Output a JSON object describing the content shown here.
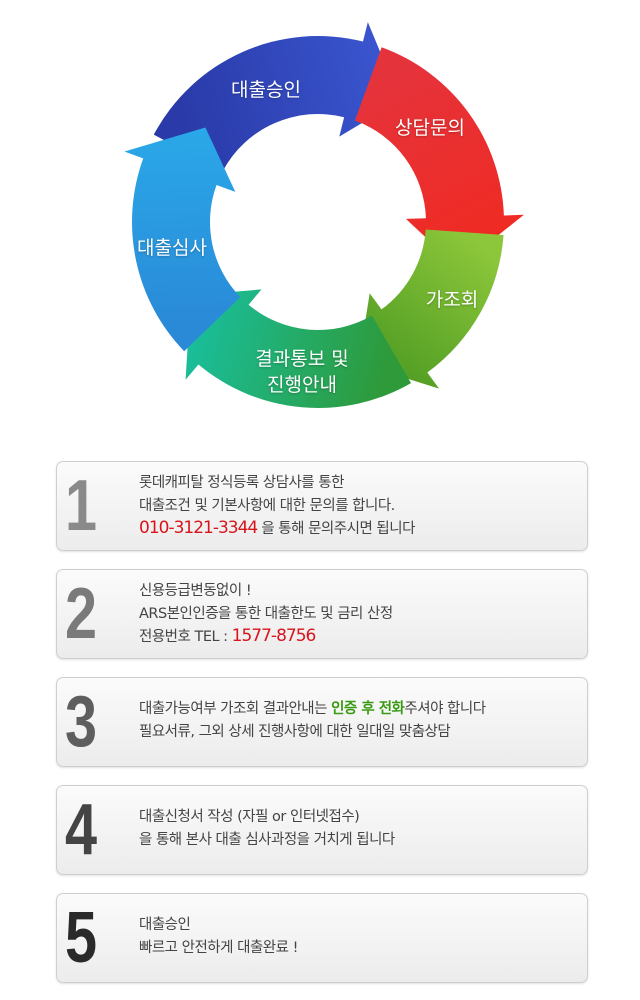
{
  "cycle": {
    "steps": [
      {
        "label": "대출승인",
        "color_start": "#2a3aa8",
        "color_end": "#3a56d0"
      },
      {
        "label": "상담문의",
        "color_start": "#e5333b",
        "color_end": "#f02a22"
      },
      {
        "label": "가조회",
        "color_start": "#8cc63a",
        "color_end": "#4c9a22"
      },
      {
        "label_line1": "결과통보 및",
        "label_line2": "진행안내",
        "color_start": "#2e9a3a",
        "color_end": "#18c0a0"
      },
      {
        "label": "대출심사",
        "color_start": "#2a8ad8",
        "color_end": "#2aa8e8"
      }
    ]
  },
  "steps": [
    {
      "number": "1",
      "number_color": "#8a8a8a",
      "line1": "롯데캐피탈 정식등록 상담사를 통한",
      "line2": "대출조건 및 기본사항에 대한 문의를 합니다.",
      "line3_phone": "010-3121-3344",
      "line3_rest": " 을 통해 문의주시면 됩니다"
    },
    {
      "number": "2",
      "number_color": "#7a7a7a",
      "line1": "신용등급변동없이 !",
      "line2": "ARS본인인증을 통한 대출한도 및 금리 산정",
      "line3_prefix": "전용번호 TEL : ",
      "line3_phone": "1577-8756"
    },
    {
      "number": "3",
      "number_color": "#5e5e5e",
      "line1_prefix": "대출가능여부 가조회 결과안내는 ",
      "line1_highlight": "인증 후 전화",
      "line1_suffix": "주셔야 합니다",
      "line2": "필요서류, 그외  상세 진행사항에 대한 일대일 맞춤상담"
    },
    {
      "number": "4",
      "number_color": "#444444",
      "line1": "대출신청서 작성 (자필 or 인터넷접수)",
      "line2": "을 통해 본사 대출 심사과정을 거치게 됩니다"
    },
    {
      "number": "5",
      "number_color": "#2a2a2a",
      "line1": "대출승인",
      "line2": "빠르고 안전하게 대출완료 !"
    }
  ]
}
